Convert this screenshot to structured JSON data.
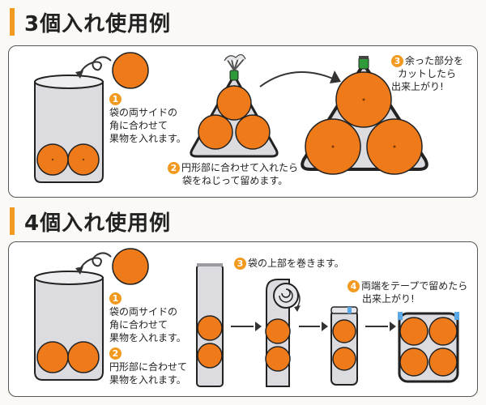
{
  "section1": {
    "title": "3個入れ使用例",
    "steps": [
      {
        "num": "1",
        "lines": [
          "袋の両サイドの",
          "角に合わせて",
          "果物を入れます。"
        ]
      },
      {
        "num": "2",
        "lines": [
          "円形部に合わせて入れたら",
          "袋をねじって留めます。"
        ]
      },
      {
        "num": "3",
        "lines": [
          "余った部分を",
          "カットしたら",
          "出来上がり!"
        ]
      }
    ]
  },
  "section2": {
    "title": "4個入れ使用例",
    "steps": [
      {
        "num": "1",
        "lines": [
          "袋の両サイドの",
          "角に合わせて",
          "果物を入れます。"
        ]
      },
      {
        "num": "2",
        "lines": [
          "円形部に合わせて",
          "果物を入れます。"
        ]
      },
      {
        "num": "3",
        "lines": [
          "袋の上部を巻きます。"
        ]
      },
      {
        "num": "4",
        "lines": [
          "両端をテープで留めたら",
          "出来上がり!"
        ]
      }
    ]
  },
  "colors": {
    "accent": "#f29a1f",
    "orange": "#ef7a1a",
    "bag": "#d9d9dc",
    "stem": "#2e9a3a"
  }
}
